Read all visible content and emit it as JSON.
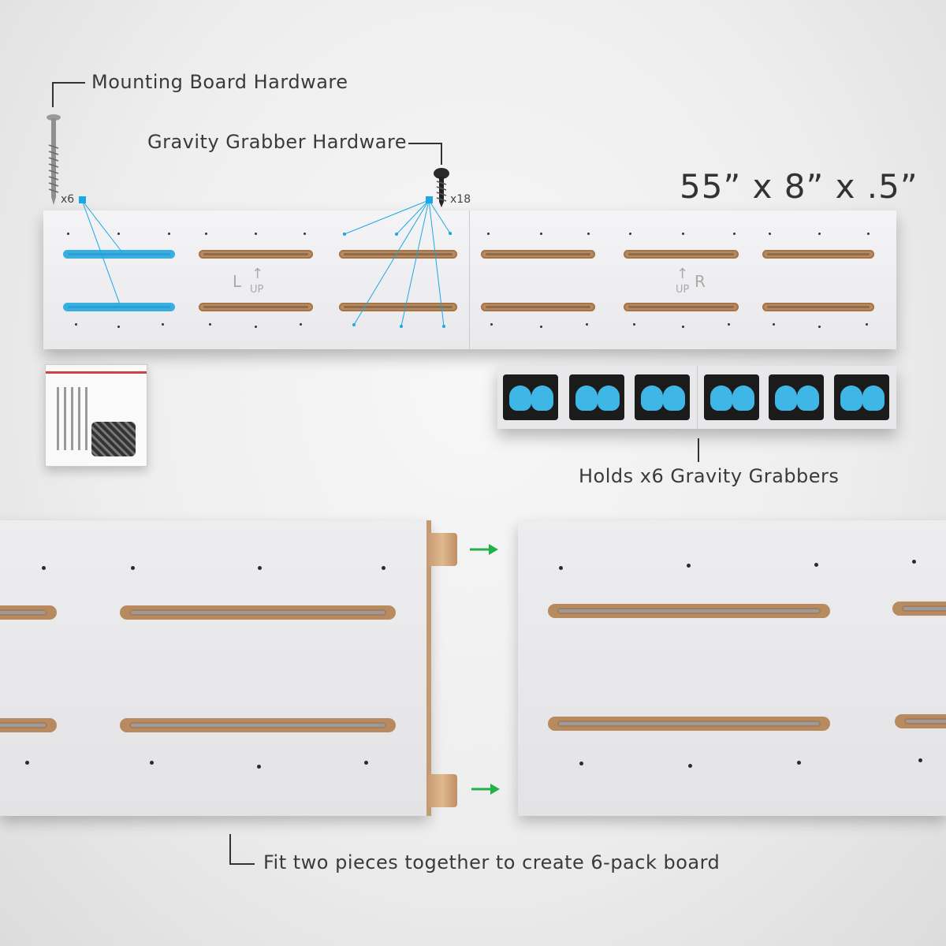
{
  "labels": {
    "mounting_hardware": "Mounting Board Hardware",
    "grabber_hardware": "Gravity Grabber Hardware",
    "dimensions": "55” x 8” x .5”",
    "mounting_count": "x6",
    "grabber_count": "x18",
    "holds": "Holds x6 Gravity Grabbers",
    "fit": "Fit two pieces together to create 6-pack board"
  },
  "engravings": {
    "left": "L",
    "right": "R",
    "up": "UP"
  },
  "colors": {
    "highlight": "#1aa8e6",
    "slot": "#b98a5f",
    "grabber_cup": "#3fb7e6",
    "arrow": "#22b04b"
  },
  "icons": [
    "screw-icon",
    "bolt-icon",
    "arrow-right-icon",
    "arrow-up-icon"
  ]
}
